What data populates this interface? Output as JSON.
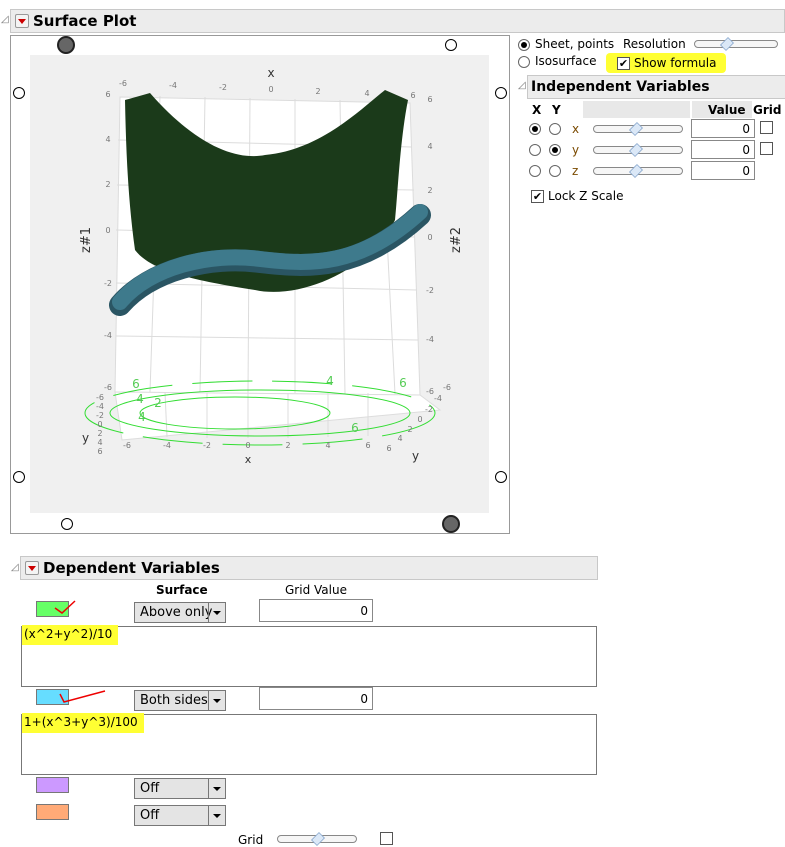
{
  "surface_plot": {
    "title": "Surface Plot",
    "axes": {
      "x_label": "x",
      "y_label": "y",
      "z1_label": "z#1",
      "z2_label": "z#2",
      "x_ticks": [
        "-6",
        "-4",
        "-2",
        "0",
        "2",
        "4",
        "6"
      ],
      "z_ticks": [
        "6",
        "4",
        "2",
        "0",
        "-2",
        "-4",
        "-6"
      ],
      "y_ticks": [
        "-6",
        "-4",
        "-2",
        "0",
        "2",
        "4",
        "6"
      ],
      "contour_labels": [
        "6",
        "4",
        "2",
        "4",
        "6",
        "4",
        "6"
      ]
    },
    "surface_colors": {
      "surface1": "#1b3a1a",
      "surface2": "#3e7a8c",
      "contour": "#33dd33"
    }
  },
  "display_options": {
    "sheet_points": "Sheet, points",
    "isosurface": "Isosurface",
    "resolution_label": "Resolution",
    "resolution_level": 0.4,
    "show_formula": "Show formula",
    "show_formula_checked": true,
    "mode": "sheet"
  },
  "independent_variables": {
    "title": "Independent Variables",
    "col_x": "X",
    "col_y": "Y",
    "col_value": "Value",
    "col_grid": "Grid",
    "rows": [
      {
        "name": "x",
        "x_selected": true,
        "y_selected": false,
        "value": "0",
        "slider": 0.5,
        "grid": false
      },
      {
        "name": "y",
        "x_selected": false,
        "y_selected": true,
        "value": "0",
        "slider": 0.5,
        "grid": false
      },
      {
        "name": "z",
        "x_selected": false,
        "y_selected": false,
        "value": "0",
        "slider": 0.5
      }
    ],
    "lock_z_scale": "Lock Z Scale",
    "lock_z_checked": true
  },
  "dependent_variables": {
    "title": "Dependent Variables",
    "col_surface": "Surface",
    "col_grid_value": "Grid Value",
    "rows": [
      {
        "color": "#66ff66",
        "surface": "Above only",
        "grid_value": "0",
        "formula": "(x^2+y^2)/10"
      },
      {
        "color": "#66ddff",
        "surface": "Both sides",
        "grid_value": "0",
        "formula": "1+(x^3+y^3)/100"
      },
      {
        "color": "#cc99ff",
        "surface": "Off"
      },
      {
        "color": "#ffaa77",
        "surface": "Off"
      }
    ],
    "grid_label": "Grid",
    "grid_slider": 0.5,
    "grid_checked": false
  }
}
